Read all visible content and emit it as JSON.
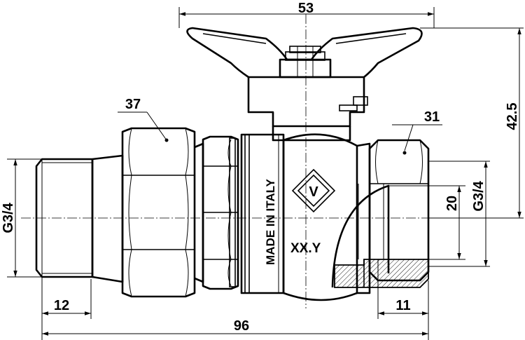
{
  "dimensions": {
    "top_width": "53",
    "right_height": "42.5",
    "label_37": "37",
    "label_31": "31",
    "left_thread": "G3/4",
    "right_thread": "G3/4",
    "inner_dim": "20",
    "left_thread_len": "12",
    "right_thread_len": "11",
    "overall_length": "96"
  },
  "engraving": {
    "origin": "MADE IN ITALY",
    "marking": "XX.Y",
    "logo_letter": "V"
  }
}
